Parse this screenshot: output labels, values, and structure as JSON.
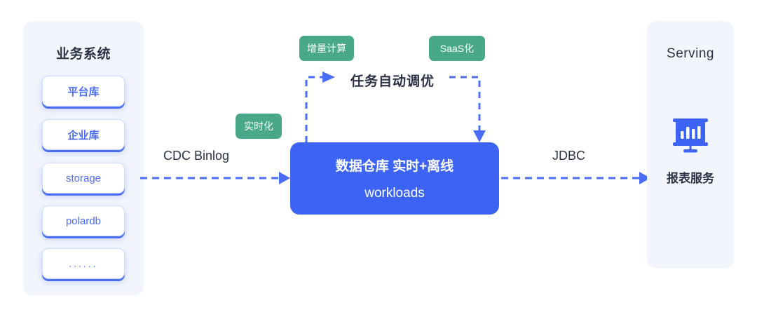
{
  "diagram": {
    "title_hidden": "",
    "colors": {
      "panel_bg": "#f2f5fc",
      "primary_blue": "#3d63f5",
      "arrow_blue": "#4a6cf7",
      "tag_green": "#48a887",
      "card_text_blue": "#4a6cf7",
      "dark_text": "#2b3245",
      "white": "#ffffff"
    },
    "left_panel": {
      "title": "业务系统",
      "items": [
        {
          "label": "平台库",
          "lang": "cn"
        },
        {
          "label": "企业库",
          "lang": "cn"
        },
        {
          "label": "storage",
          "lang": "en"
        },
        {
          "label": "polardb",
          "lang": "en"
        },
        {
          "label": "......",
          "lang": "dots"
        }
      ]
    },
    "center": {
      "line1": "数据仓库 实时+离线",
      "line2": "workloads"
    },
    "tags": [
      {
        "label": "增量计算",
        "name": "tag-incremental-compute"
      },
      {
        "label": "SaaS化",
        "name": "tag-saas"
      },
      {
        "label": "实时化",
        "name": "tag-realtime"
      }
    ],
    "flow_labels": {
      "ingest": "CDC Binlog",
      "tuning": "任务自动调优",
      "serve": "JDBC"
    },
    "right_panel": {
      "title": "Serving",
      "icon": "presentation-bar-chart-icon",
      "caption": "报表服务"
    }
  }
}
